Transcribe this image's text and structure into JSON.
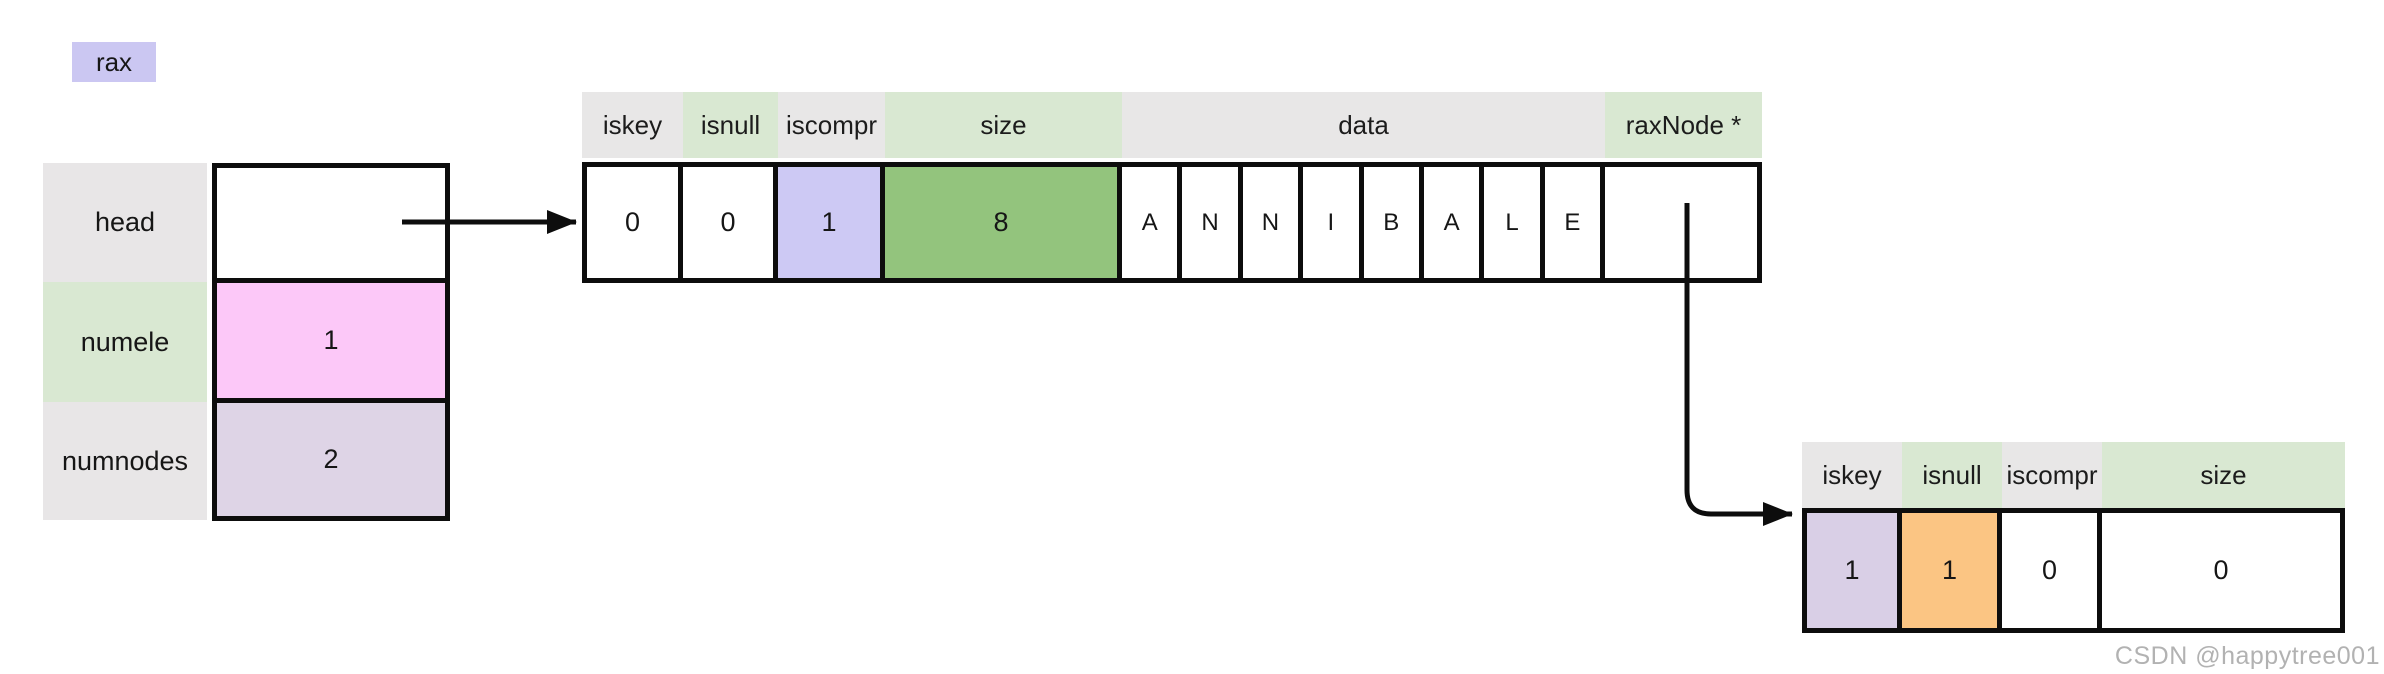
{
  "rax_label": "rax",
  "rax_struct": {
    "rows": [
      {
        "field": "head",
        "value": ""
      },
      {
        "field": "numele",
        "value": "1"
      },
      {
        "field": "numnodes",
        "value": "2"
      }
    ]
  },
  "node1": {
    "headers": [
      "iskey",
      "isnull",
      "iscompr",
      "size",
      "data",
      "raxNode *"
    ],
    "values": {
      "iskey": "0",
      "isnull": "0",
      "iscompr": "1",
      "size": "8",
      "raxnode_ptr": ""
    },
    "data_chars": [
      "A",
      "N",
      "N",
      "I",
      "B",
      "A",
      "L",
      "E"
    ]
  },
  "node2": {
    "headers": [
      "iskey",
      "isnull",
      "iscompr",
      "size"
    ],
    "values": {
      "iskey": "1",
      "isnull": "1",
      "iscompr": "0",
      "size": "0"
    }
  },
  "watermark": "CSDN @happytree001",
  "colors": {
    "header_gray": "#e8e7e7",
    "header_green": "#d9e8d2",
    "lavender": "#cdc9f4",
    "green": "#93c47d",
    "pink": "#fcc8f8",
    "light_purple": "#ded4e6",
    "lilac": "#d9cfe6",
    "orange": "#fbc583",
    "border": "#0d0d0d",
    "watermark_gray": "#b2b2b2"
  }
}
